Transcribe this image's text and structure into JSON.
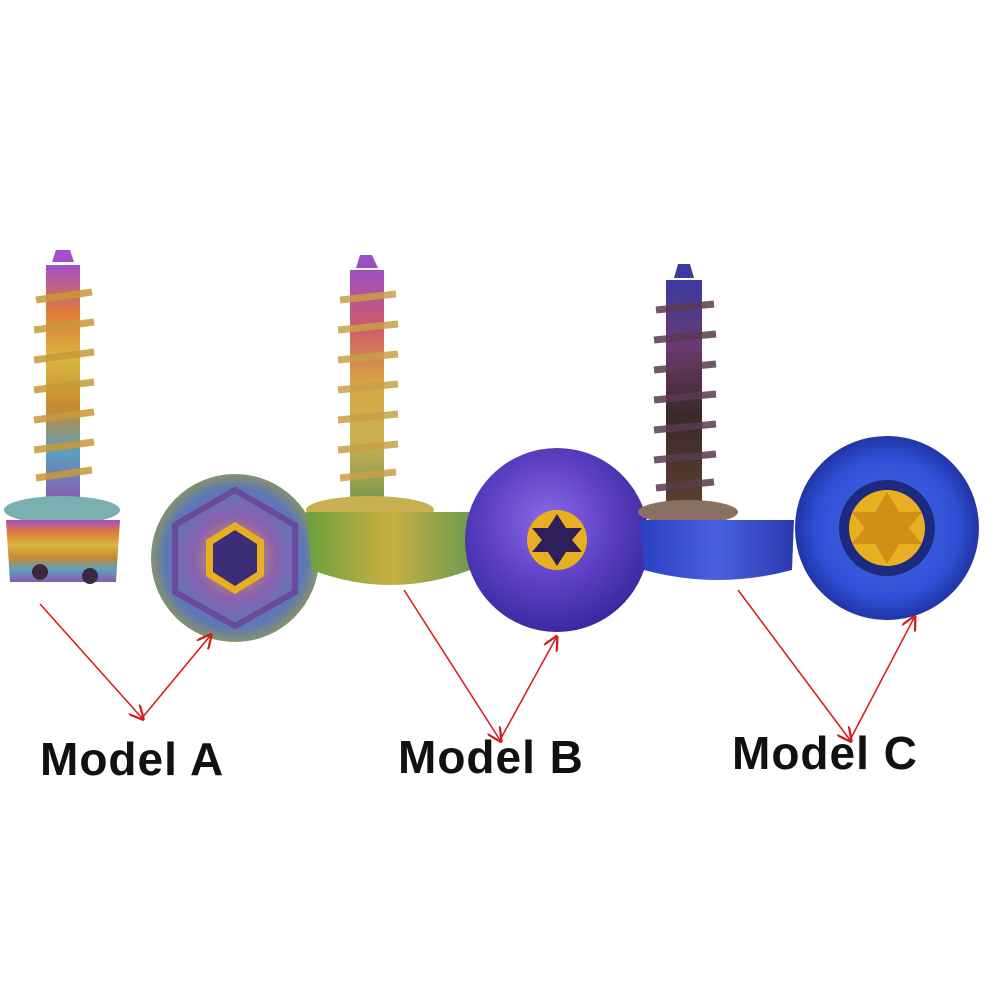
{
  "labels": {
    "model_a": "Model A",
    "model_b": "Model B",
    "model_c": "Model C"
  },
  "colors": {
    "background": "#ffffff",
    "label_text": "#111111",
    "arrow": "#d11a1a",
    "model_a_thread": "#c9a43a",
    "model_b_head": "#6a3ec8",
    "model_c_head": "#2f4fd6",
    "socket_gold": "#e8b020"
  }
}
